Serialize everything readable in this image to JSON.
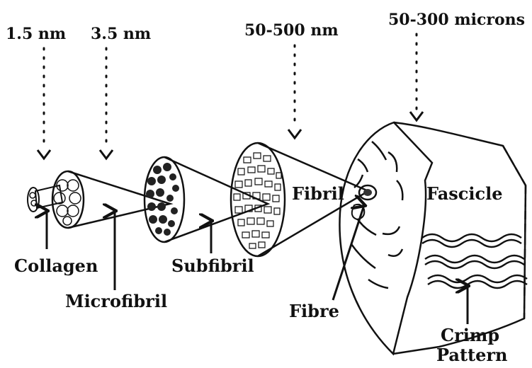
{
  "scales": {
    "collagen": "1.5 nm",
    "microfibril": "3.5 nm",
    "fibril": "50-500 nm",
    "fascicle": "50-300 microns"
  },
  "labels": {
    "collagen": "Collagen",
    "microfibril": "Microfibril",
    "subfibril": "Subfibril",
    "fibril": "Fibril",
    "fibre": "Fibre",
    "fascicle": "Fascicle",
    "crimp_line1": "Crimp",
    "crimp_line2": "Pattern"
  }
}
